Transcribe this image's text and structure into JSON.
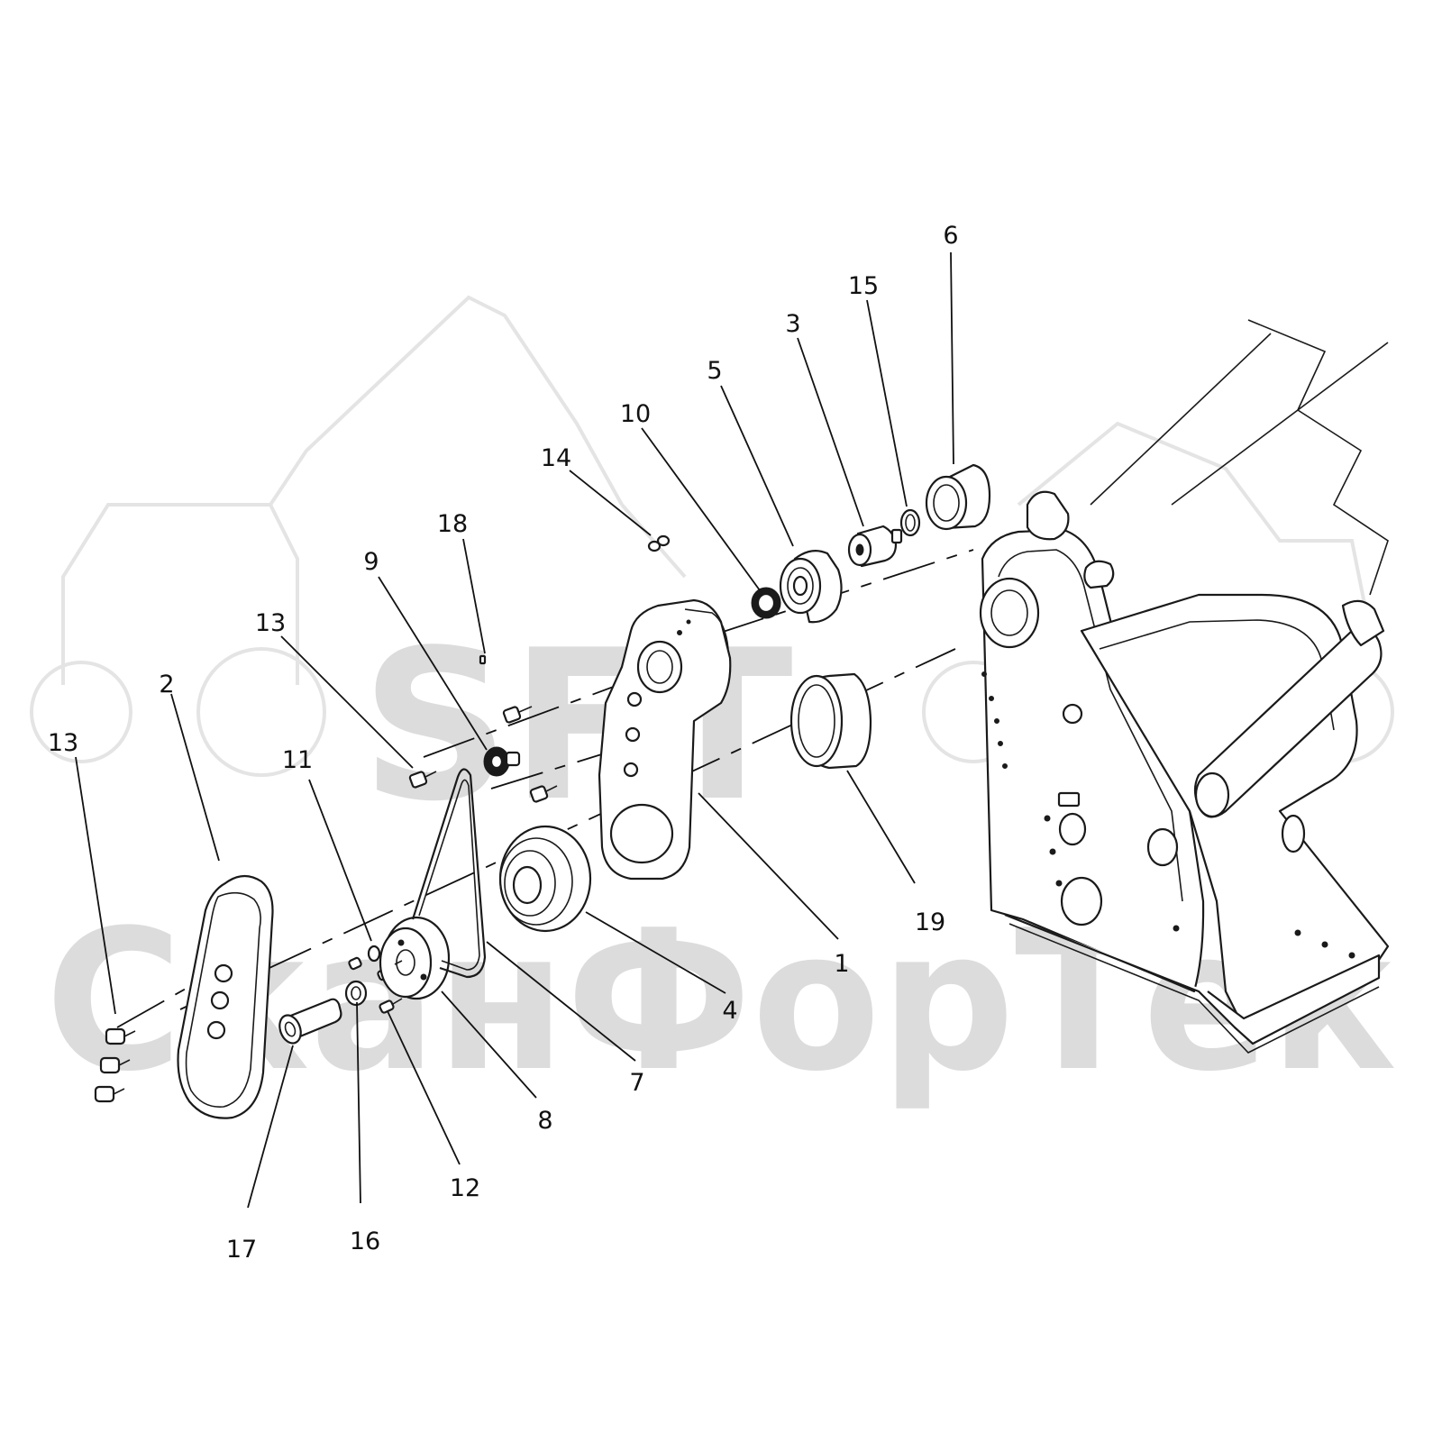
{
  "watermark": {
    "logo": "SFT",
    "text": "СканФорТек",
    "color": "#dcdcdc"
  },
  "callouts": [
    {
      "id": "1",
      "label": "1"
    },
    {
      "id": "2",
      "label": "2"
    },
    {
      "id": "3",
      "label": "3"
    },
    {
      "id": "4",
      "label": "4"
    },
    {
      "id": "5",
      "label": "5"
    },
    {
      "id": "6",
      "label": "6"
    },
    {
      "id": "7",
      "label": "7"
    },
    {
      "id": "8",
      "label": "8"
    },
    {
      "id": "9",
      "label": "9"
    },
    {
      "id": "10",
      "label": "10"
    },
    {
      "id": "11",
      "label": "11"
    },
    {
      "id": "12",
      "label": "12"
    },
    {
      "id": "13a",
      "label": "13"
    },
    {
      "id": "13b",
      "label": "13"
    },
    {
      "id": "14",
      "label": "14"
    },
    {
      "id": "15",
      "label": "15"
    },
    {
      "id": "16",
      "label": "16"
    },
    {
      "id": "17",
      "label": "17"
    },
    {
      "id": "18",
      "label": "18"
    },
    {
      "id": "19",
      "label": "19"
    }
  ]
}
